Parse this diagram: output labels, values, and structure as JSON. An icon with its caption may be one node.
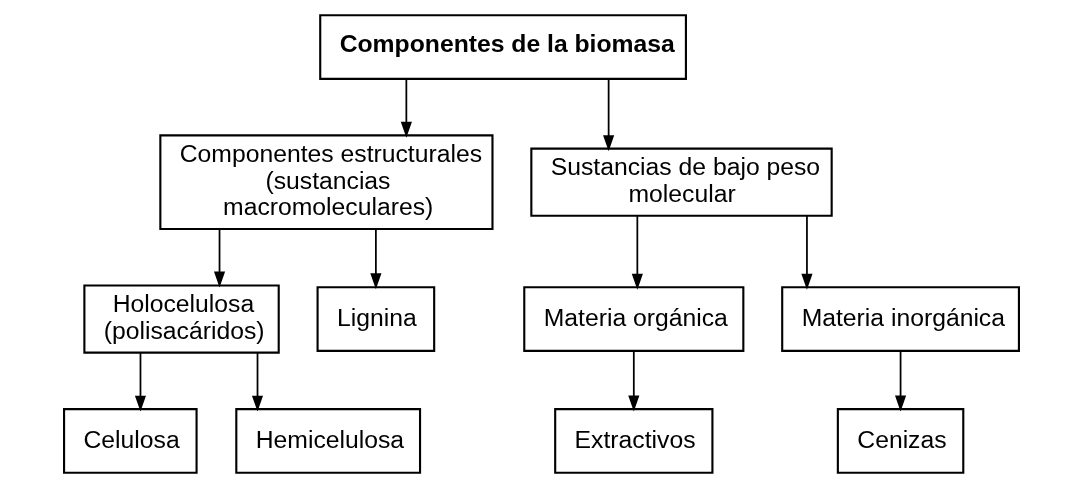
{
  "diagram": {
    "nodes": [
      {
        "text": [
          "Componentes de la biomasa"
        ]
      },
      {
        "text": [
          "Componentes estructurales (sustancias macromoleculares)"
        ]
      },
      {
        "text": [
          "Sustancias de bajo peso molecular"
        ]
      },
      {
        "text": [
          "Holocelulosa (polisacáridos)"
        ]
      },
      {
        "text": [
          "Lignina"
        ]
      },
      {
        "text": [
          "Materia orgánica"
        ]
      },
      {
        "text": [
          "Materia inorgánica"
        ]
      },
      {
        "text": [
          "Extractivos"
        ]
      },
      {
        "text": [
          "Cenizas"
        ]
      },
      {
        "text": [
          "Celulosa"
        ]
      },
      {
        "text": [
          "Hemicelulosa"
        ]
      }
    ],
    "edges": [
      {
        "from": 0,
        "to": 1,
        "arrow": "to"
      },
      {
        "from": 0,
        "to": 2,
        "arrow": "to"
      },
      {
        "from": 1,
        "to": 3,
        "arrow": "to"
      },
      {
        "from": 1,
        "to": 4,
        "arrow": "to"
      },
      {
        "from": 2,
        "to": 5,
        "arrow": "to"
      },
      {
        "from": 2,
        "to": 6,
        "arrow": "to"
      },
      {
        "from": 5,
        "to": 7,
        "arrow": "to"
      },
      {
        "from": 6,
        "to": 8,
        "arrow": "to"
      },
      {
        "from": 3,
        "to": 9,
        "arrow": "to"
      },
      {
        "from": 3,
        "to": 10,
        "arrow": "to"
      }
    ]
  }
}
